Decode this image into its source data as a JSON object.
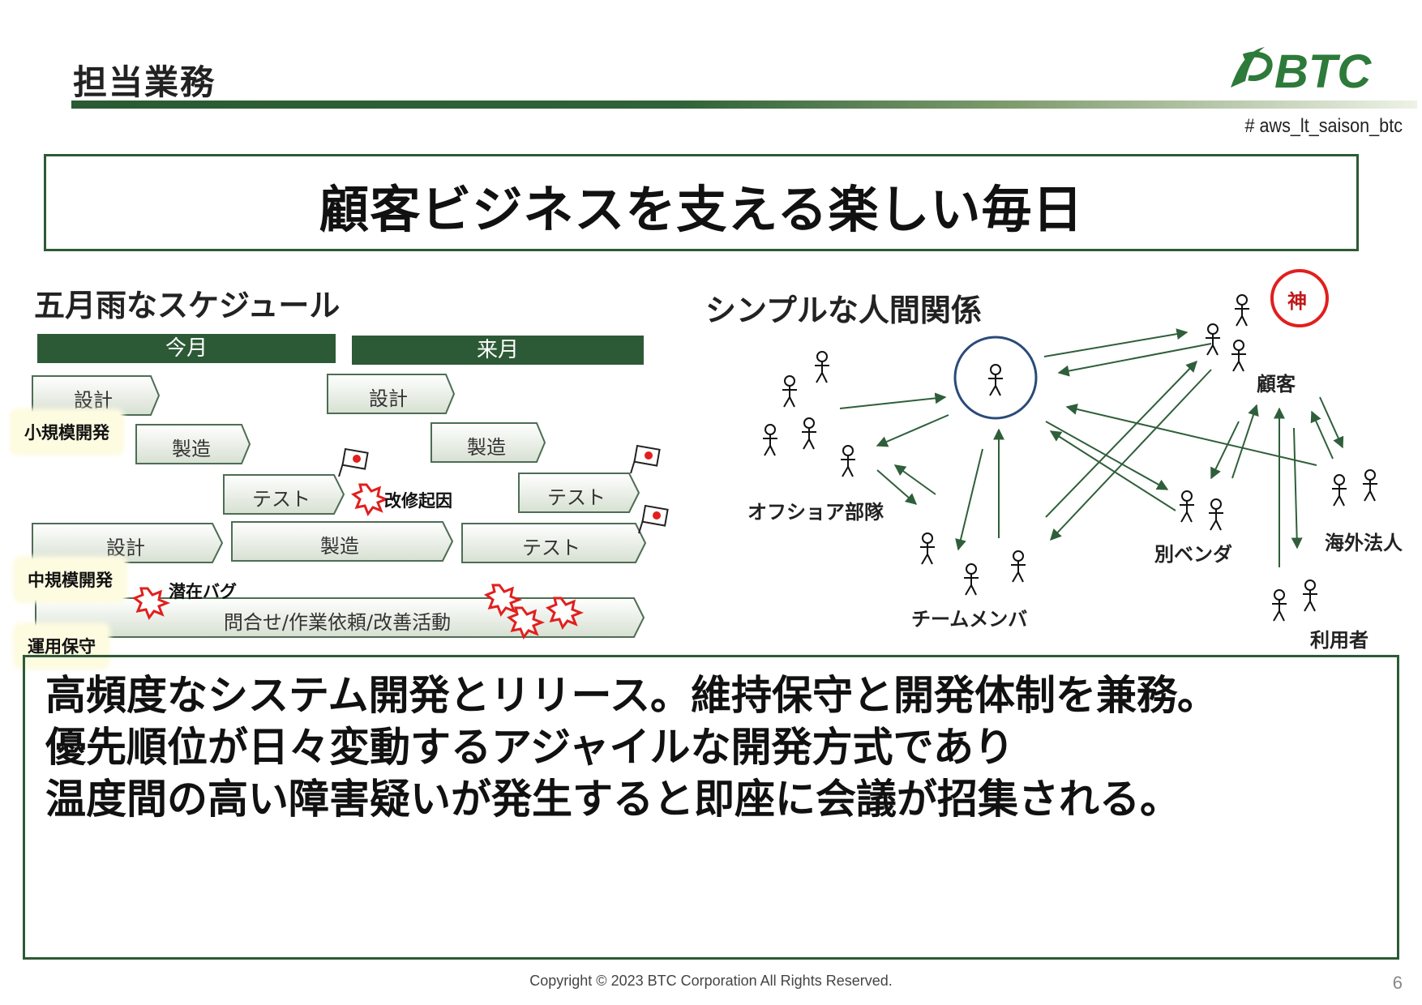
{
  "header": {
    "title": "担当業務",
    "hashtag": "# aws_lt_saison_btc",
    "logo_text": "BTC"
  },
  "headline": "顧客ビジネスを支える楽しい毎日",
  "schedule": {
    "title": "五月雨なスケジュール",
    "months": {
      "current": "今月",
      "next": "来月"
    },
    "rows": {
      "small": "小規模開発",
      "medium": "中規模開発",
      "ops": "運用保守"
    },
    "tasks": {
      "design": "設計",
      "build": "製造",
      "test": "テスト",
      "ops_work": "問合せ/作業依頼/改善活動"
    },
    "notes": {
      "fix_cause": "改修起因",
      "latent_bug": "潜在バグ"
    }
  },
  "relations": {
    "title": "シンプルな人間関係",
    "god": "神",
    "groups": {
      "customer": "顧客",
      "offshore": "オフショア部隊",
      "team": "チームメンバ",
      "vendor": "別ベンダ",
      "overseas": "海外法人",
      "users": "利用者"
    }
  },
  "body": {
    "lines": [
      "高頻度なシステム開発とリリース。維持保守と開発体制を兼務。",
      "優先順位が日々変動するアジャイルな開発方式であり",
      "温度間の高い障害疑いが発生すると即座に会議が招集される。"
    ]
  },
  "footer": {
    "copyright": "Copyright © 2023 BTC Corporation All Rights Reserved.",
    "page": "6"
  },
  "colors": {
    "brand_green": "#2d5a36",
    "arrow_green": "#2f5f3a",
    "alert_red": "#e0201e",
    "circle_blue": "#2a4a7a"
  }
}
